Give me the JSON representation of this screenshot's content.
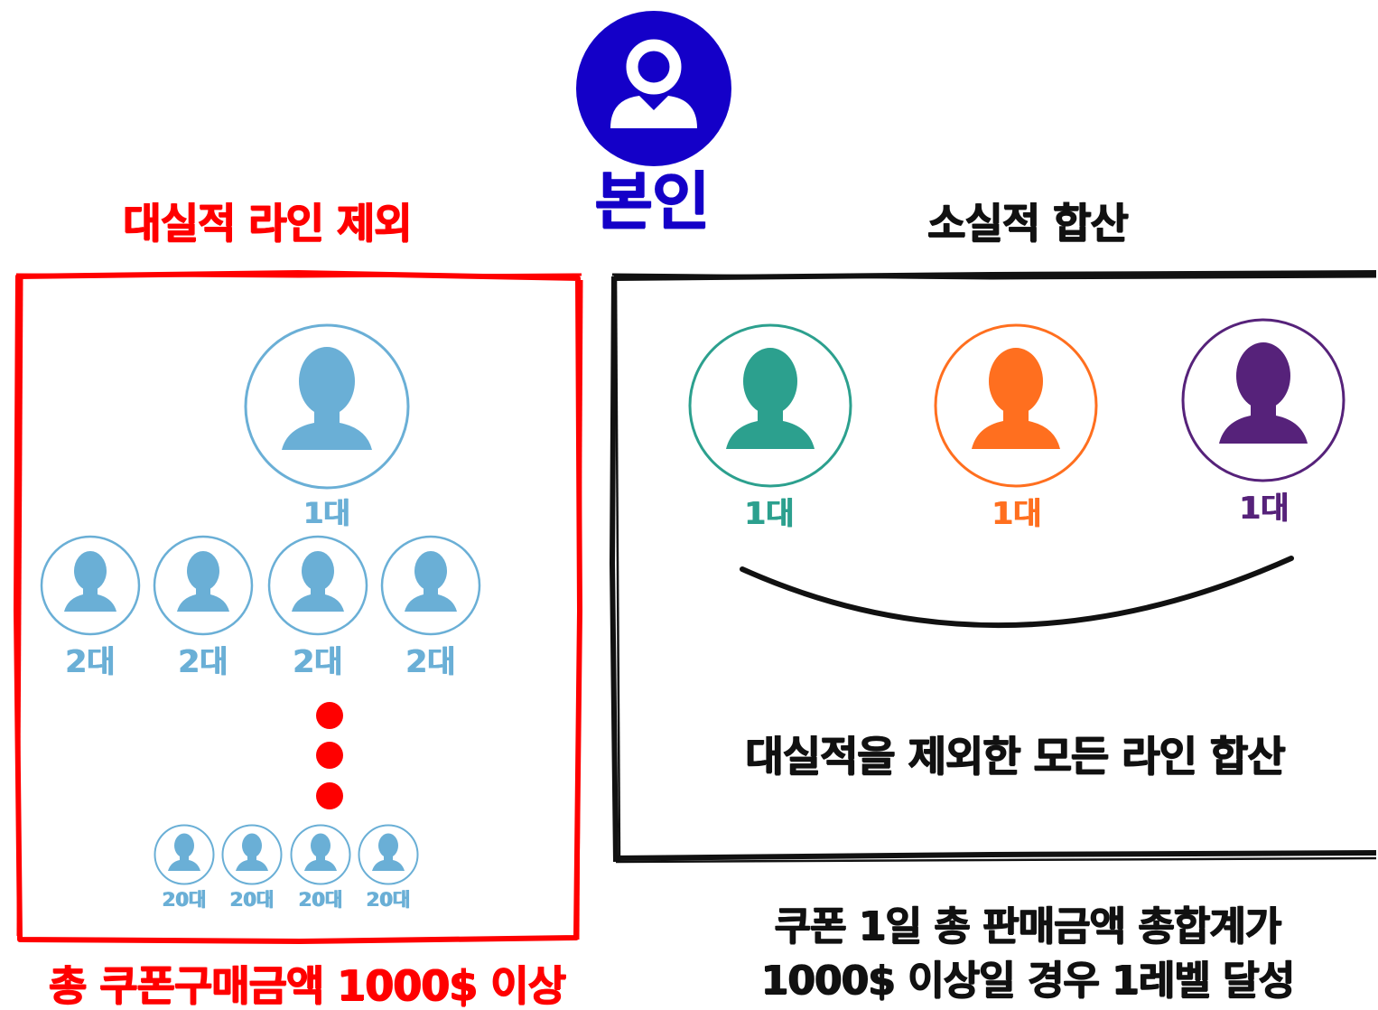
{
  "self": {
    "label": "본인",
    "color": "#1400c8"
  },
  "left_panel": {
    "heading": "대실적 라인 제외",
    "color": "#ff0000",
    "avatar_color": "#6aafd6",
    "tier1": {
      "label": "1대"
    },
    "tier2": {
      "labels": [
        "2대",
        "2대",
        "2대",
        "2대"
      ]
    },
    "tier20": {
      "labels": [
        "20대",
        "20대",
        "20대",
        "20대"
      ]
    },
    "footer": "총 쿠폰구매금액 1000$ 이상"
  },
  "right_panel": {
    "heading": "소실적 합산",
    "members": [
      {
        "label": "1대",
        "color": "#2ca08e"
      },
      {
        "label": "1대",
        "color": "#ff6f1f"
      },
      {
        "label": "1대",
        "color": "#56227a"
      }
    ],
    "summary": "대실적을 제외한 모든 라인 합산",
    "footer_line1": "쿠폰 1일 총 판매금액 총합계가",
    "footer_line2": "1000$ 이상일 경우 1레벨 달성"
  }
}
